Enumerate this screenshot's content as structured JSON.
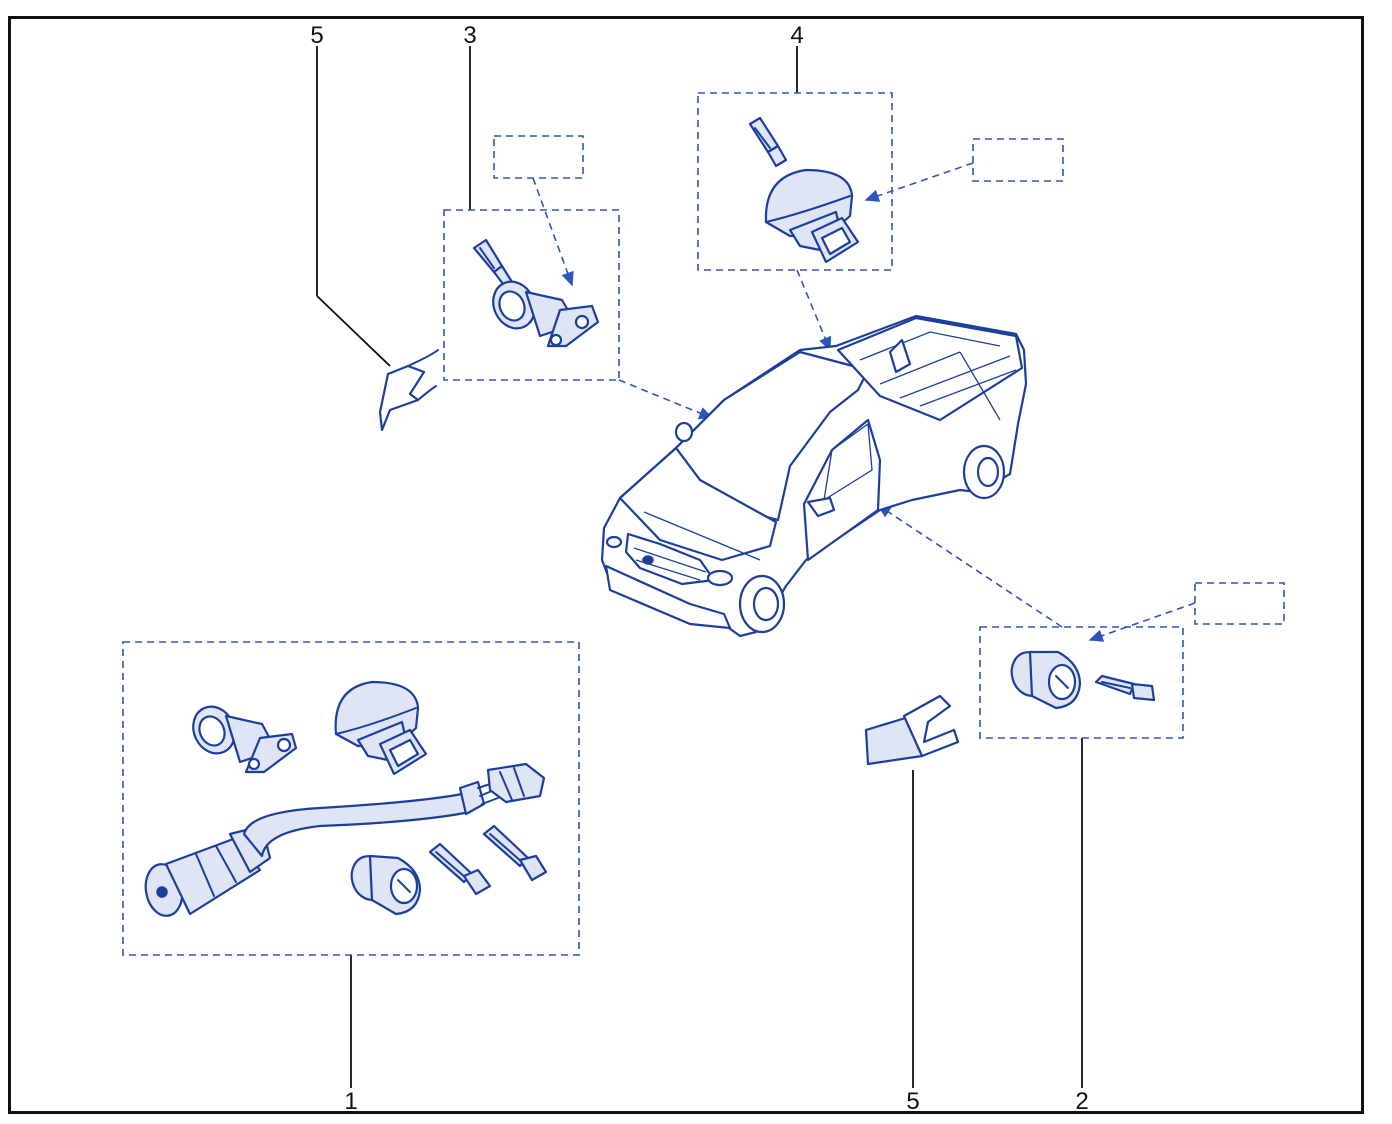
{
  "diagram": {
    "callouts": {
      "c1": "1",
      "c2": "2",
      "c3": "3",
      "c4": "4",
      "c5_top": "5",
      "c5_bottom": "5"
    },
    "colors": {
      "frame": "#111111",
      "drawing_line": "#1c3f9e",
      "dashed_box": "#2e55b8",
      "part_fill": "#dfe5f5"
    }
  }
}
